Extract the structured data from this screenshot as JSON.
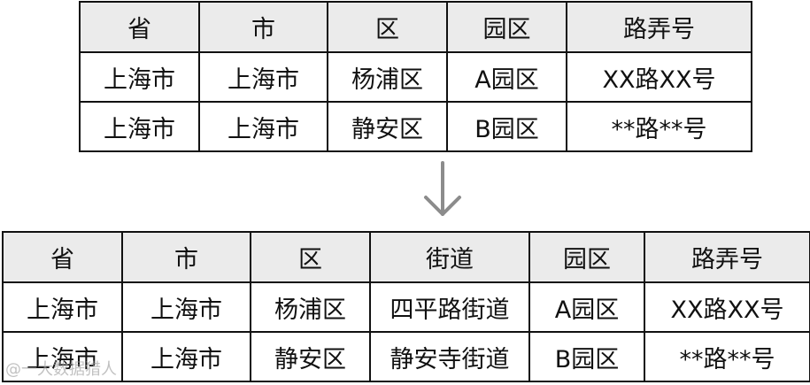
{
  "top_table": {
    "headers": [
      "省",
      "市",
      "区",
      "园区",
      "路弄号"
    ],
    "rows": [
      [
        "上海市",
        "上海市",
        "杨浦区",
        "A园区",
        "XX路XX号"
      ],
      [
        "上海市",
        "上海市",
        "静安区",
        "B园区",
        "**路**号"
      ]
    ]
  },
  "bottom_table": {
    "headers": [
      "省",
      "市",
      "区",
      "街道",
      "园区",
      "路弄号"
    ],
    "rows": [
      [
        "上海市",
        "上海市",
        "杨浦区",
        "四平路街道",
        "A园区",
        "XX路XX号"
      ],
      [
        "上海市",
        "上海市",
        "静安区",
        "静安寺街道",
        "B园区",
        "**路**号"
      ]
    ]
  },
  "highlight_color": "#d8f3ec",
  "header_bg": "#ebebeb",
  "arrow_icon": "arrow-down-icon",
  "watermark": "@一大数据猎人"
}
